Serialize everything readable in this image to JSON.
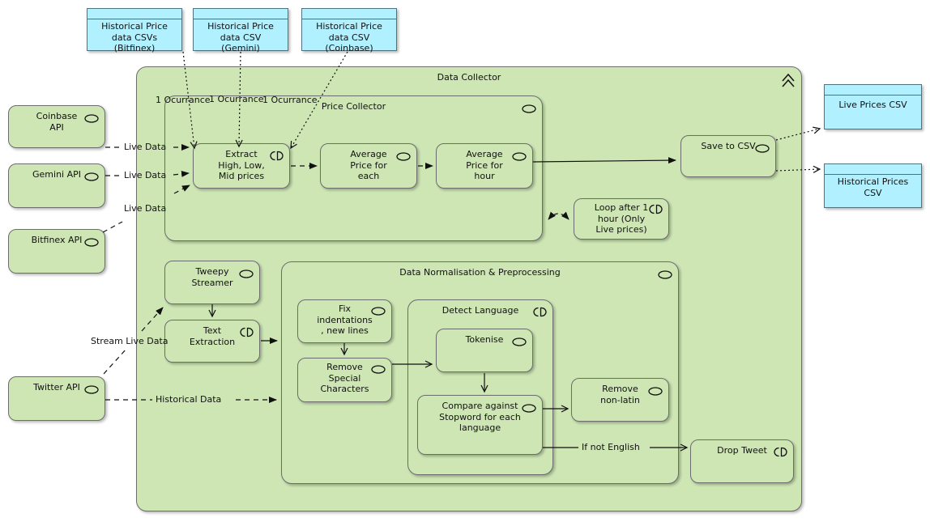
{
  "diagram": {
    "groups": {
      "data_collector": "Data Collector",
      "price_collector": "Price Collector",
      "data_normalisation": "Data Normalisation & Preprocessing",
      "detect_language": "Detect Language"
    },
    "nodes": {
      "coinbase_api": "Coinbase\nAPI",
      "gemini_api": "Gemini API",
      "bitfinex_api": "Bitfinex API",
      "twitter_api": "Twitter API",
      "extract_prices": "Extract\nHigh, Low,\nMid prices",
      "avg_price_each": "Average\nPrice for\neach",
      "avg_price_hour": "Average\nPrice for\nhour",
      "save_to_csv": "Save to CSV",
      "loop_hour": "Loop after 1\nhour (Only\nLive prices)",
      "tweepy_streamer": "Tweepy\nStreamer",
      "text_extraction": "Text\nExtraction",
      "fix_indentations": "Fix\nindentations\n, new lines",
      "remove_special": "Remove\nSpecial\nCharacters",
      "tokenise": "Tokenise",
      "compare_stopword": "Compare against\nStopword for each\nlanguage",
      "remove_non_latin": "Remove\nnon-latin",
      "drop_tweet": "Drop Tweet"
    },
    "artifacts": {
      "csv_bitfinex": "Historical Price\ndata CSVs\n(Bitfinex)",
      "csv_gemini": "Historical Price\ndata CSV\n(Gemini)",
      "csv_coinbase": "Historical Price\ndata CSV\n(Coinbase)",
      "live_prices_csv": "Live Prices CSV",
      "historical_prices_csv": "Historical Prices\nCSV"
    },
    "edge_labels": {
      "occurrence_1": "1 Ocurrance",
      "occurrence_2": "1 Ocurrance",
      "occurrence_3": "1 Ocurrance",
      "live_data_coinbase": "Live Data",
      "live_data_gemini": "Live Data",
      "live_data_bitfinex": "Live Data",
      "stream_live_data": "Stream Live Data",
      "historical_data": "Historical Data",
      "if_not_english": "If not English"
    },
    "colors": {
      "node_fill": "#cde6b4",
      "node_border": "#6d6d6d",
      "artifact_fill": "#b1f0ff",
      "artifact_border": "#4f7380",
      "edge": "#111111"
    }
  }
}
